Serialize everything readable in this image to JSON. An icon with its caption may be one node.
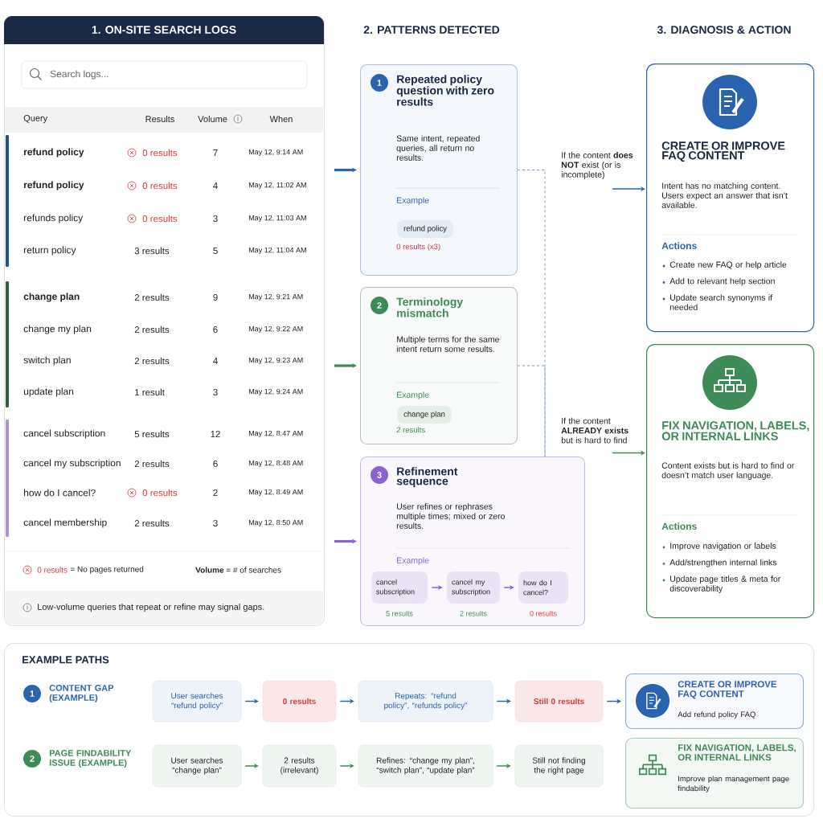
{
  "diagram": {
    "nodes": [
      {
        "text": [
          "1. ON-SITE SEARCH LOGS"
        ]
      },
      {
        "text": [
          "1",
          "Repeated policy question with zero results",
          "Same intent, repeated queries, all return no results.",
          "Example",
          "0 results (x3)"
        ]
      },
      {
        "text": [
          "refund policy"
        ],
        "in": 1
      },
      {
        "text": [
          "2",
          "Terminology mismatch",
          "Multiple terms for the same intent return some results.",
          "Example",
          "2 results"
        ]
      },
      {
        "text": [
          "change plan"
        ],
        "in": 3
      },
      {
        "text": [
          "3",
          "Refinement sequence",
          "User refines or rephrases multiple times; mixed or zero results.",
          "Example"
        ]
      },
      {
        "text": [
          "cancel subscription"
        ],
        "in": 5,
        "beside": [
          "5 results"
        ]
      },
      {
        "text": [
          "cancel my subscription"
        ],
        "in": 5,
        "beside": [
          "2 results"
        ]
      },
      {
        "text": [
          "how do I cancel?"
        ],
        "in": 5,
        "beside": [
          "0 results"
        ]
      },
      {
        "text": [
          "CREATE OR IMPROVE FAQ CONTENT",
          "Intent has no matching content. Users expect an answer that isn’t available.",
          "Actions",
          "Create new FAQ or help article",
          "Add to relevant help section",
          "Update search synonyms if needed"
        ]
      },
      {
        "text": [
          "FIX NAVIGATION, LABELS, OR INTERNAL LINKS",
          "Content exists but is hard to find or doesn’t match user language.",
          "Actions",
          "Improve navigation or labels",
          "Add/strengthen internal links",
          "Update page titles & meta for discoverability"
        ]
      },
      {
        "text": [
          "EXAMPLE PATHS"
        ]
      },
      {
        "text": [
          "User searches “refund policy”"
        ],
        "in": 11
      },
      {
        "text": [
          "0 results"
        ],
        "in": 11
      },
      {
        "text": [
          "Repeats: “refund policy”, “refunds policy”"
        ],
        "in": 11
      },
      {
        "text": [
          "Still 0 results"
        ],
        "in": 11
      },
      {
        "text": [
          "CREATE OR IMPROVE FAQ CONTENT",
          "Add refund policy FAQ"
        ],
        "in": 11
      },
      {
        "text": [
          "User searches “change plan”"
        ],
        "in": 11
      },
      {
        "text": [
          "2 results (irrelevant)"
        ],
        "in": 11
      },
      {
        "text": [
          "Refines: “change my plan”, “switch plan”, “update plan”"
        ],
        "in": 11
      },
      {
        "text": [
          "Still not finding the right page"
        ],
        "in": 11
      },
      {
        "text": [
          "FIX NAVIGATION, LABELS, OR INTERNAL LINKS",
          "Improve plan management page findability"
        ],
        "in": 11
      }
    ],
    "edges": [
      {
        "from": 0,
        "to": 1,
        "arrow": "to",
        "style": "thick",
        "color": "#2a64b0"
      },
      {
        "from": 0,
        "to": 3,
        "arrow": "to",
        "style": "thick",
        "color": "#3d8b57"
      },
      {
        "from": 0,
        "to": 5,
        "arrow": "to",
        "style": "thick",
        "color": "#8a63cc"
      },
      {
        "from": 1,
        "to": 5,
        "arrow": "none",
        "style": "dashed",
        "color": "#7a9cc6"
      },
      {
        "from": 3,
        "to": 5,
        "arrow": "none",
        "style": "dashed",
        "color": "#7a9cc6"
      },
      {
        "from": null,
        "to": 9,
        "arrow": "to",
        "label": "If the content **does NOT** exist (or is incomplete)",
        "color": "#2a64b0"
      },
      {
        "from": null,
        "to": 10,
        "arrow": "to",
        "label": "If the content **ALREADY exists** but is hard to find",
        "color": "#3d8b57"
      },
      {
        "from": 6,
        "to": 7,
        "arrow": "to",
        "color": "#8a63cc"
      },
      {
        "from": 7,
        "to": 8,
        "arrow": "to",
        "color": "#8a63cc"
      },
      {
        "from": 12,
        "to": 13,
        "arrow": "to",
        "color": "#2a64b0"
      },
      {
        "from": 13,
        "to": 14,
        "arrow": "to",
        "color": "#2a64b0"
      },
      {
        "from": 14,
        "to": 15,
        "arrow": "to",
        "color": "#2a64b0"
      },
      {
        "from": 15,
        "to": 16,
        "arrow": "to",
        "color": "#2a64b0"
      },
      {
        "from": 17,
        "to": 18,
        "arrow": "to",
        "color": "#3d8b57"
      },
      {
        "from": 18,
        "to": 19,
        "arrow": "to",
        "color": "#3d8b57"
      },
      {
        "from": 19,
        "to": 20,
        "arrow": "to",
        "color": "#3d8b57"
      }
    ],
    "labels": [
      "2. PATTERNS DETECTED",
      "3. DIAGNOSIS & ACTION",
      "Search logs...",
      "Query",
      "Results",
      "Volume",
      "When",
      "refund policy",
      "0 results",
      "7",
      "May 12, 9:14 AM",
      "refund policy",
      "0 results",
      "4",
      "May 12, 11:02 AM",
      "refunds policy",
      "0 results",
      "3",
      "May 12, 11:03 AM",
      "return policy",
      "3 results",
      "5",
      "May 12, 11:04 AM",
      "change plan",
      "2 results",
      "9",
      "May 12, 9:21 AM",
      "change my plan",
      "2 results",
      "6",
      "May 12, 9:22 AM",
      "switch plan",
      "2 results",
      "4",
      "May 12, 9:23 AM",
      "update plan",
      "1 result",
      "3",
      "May 12, 9:24 AM",
      "cancel subscription",
      "5 results",
      "12",
      "May 12, 8:47 AM",
      "cancel my subscription",
      "2 results",
      "6",
      "May 12, 8:48 AM",
      "how do I cancel?",
      "0 results",
      "2",
      "May 12, 8:49 AM",
      "cancel membership",
      "2 results",
      "3",
      "May 12, 8:50 AM",
      "0 results",
      "= No pages returned",
      "**Volume** = # of searches",
      "Low-volume queries that repeat or refine may signal gaps.",
      "1",
      "CONTENT GAP (EXAMPLE)",
      "2",
      "PAGE FINDABILITY ISSUE (EXAMPLE)"
    ]
  }
}
